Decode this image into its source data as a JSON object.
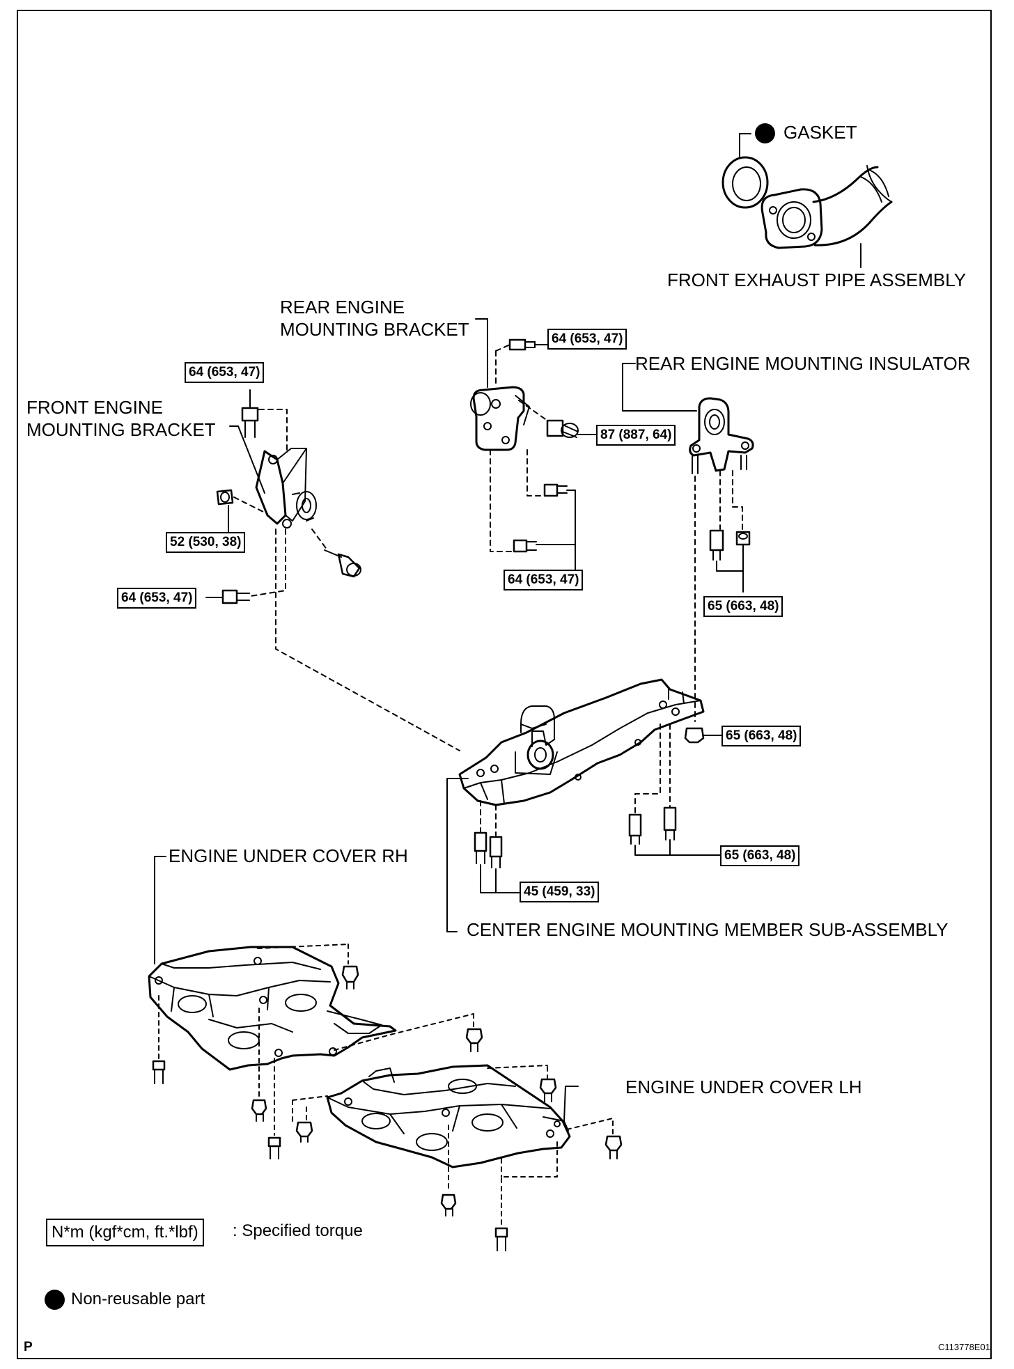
{
  "labels": {
    "gasket": "GASKET",
    "front_exhaust_pipe": "FRONT EXHAUST PIPE ASSEMBLY",
    "rear_bracket_1": "REAR ENGINE",
    "rear_bracket_2": "MOUNTING BRACKET",
    "rear_insulator": "REAR ENGINE MOUNTING INSULATOR",
    "front_bracket_1": "FRONT ENGINE",
    "front_bracket_2": "MOUNTING BRACKET",
    "center_member": "CENTER ENGINE MOUNTING MEMBER SUB-ASSEMBLY",
    "under_cover_rh": "ENGINE UNDER COVER RH",
    "under_cover_lh": "ENGINE UNDER COVER LH"
  },
  "torques": {
    "front_top": "64 (653, 47)",
    "front_nut": "52 (530, 38)",
    "front_bottom": "64 (653, 47)",
    "rear_top": "64 (653, 47)",
    "rear_side": "87 (887, 64)",
    "rear_bottom": "64 (653, 47)",
    "insulator_bolts": "65 (663, 48)",
    "member_nut": "65 (663, 48)",
    "member_rear_bolts": "65 (663, 48)",
    "member_front_bolts": "45 (459, 33)"
  },
  "legend": {
    "torque_units": "N*m (kgf*cm, ft.*lbf)",
    "torque_desc": ": Specified torque",
    "nonreusable": "Non-reusable part"
  },
  "corner_letter": "P",
  "figure_code": "C113778E01"
}
